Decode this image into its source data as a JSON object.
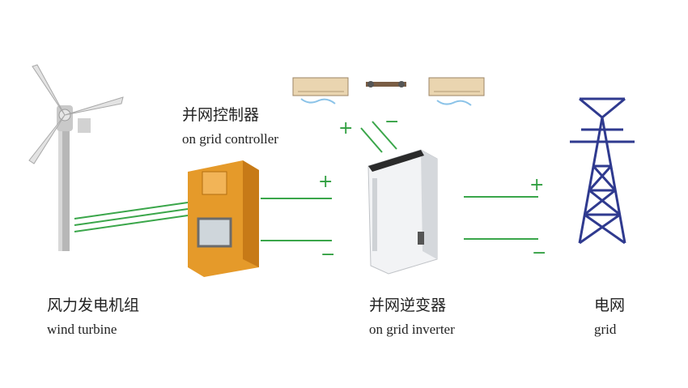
{
  "components": {
    "wind_turbine": {
      "label_cn": "风力发电机组",
      "label_en": "wind turbine"
    },
    "controller": {
      "label_cn": "并网控制器",
      "label_en": "on grid controller"
    },
    "inverter": {
      "label_cn": "并网逆变器",
      "label_en": "on grid inverter"
    },
    "grid": {
      "label_cn": "电网",
      "label_en": "grid"
    }
  },
  "signs": {
    "plus": "+",
    "minus": "−"
  },
  "colors": {
    "wire": "#3aa64a",
    "controller_body": "#e59a2a",
    "tower": "#2f3a8f",
    "inverter_body": "#f2f3f5"
  }
}
